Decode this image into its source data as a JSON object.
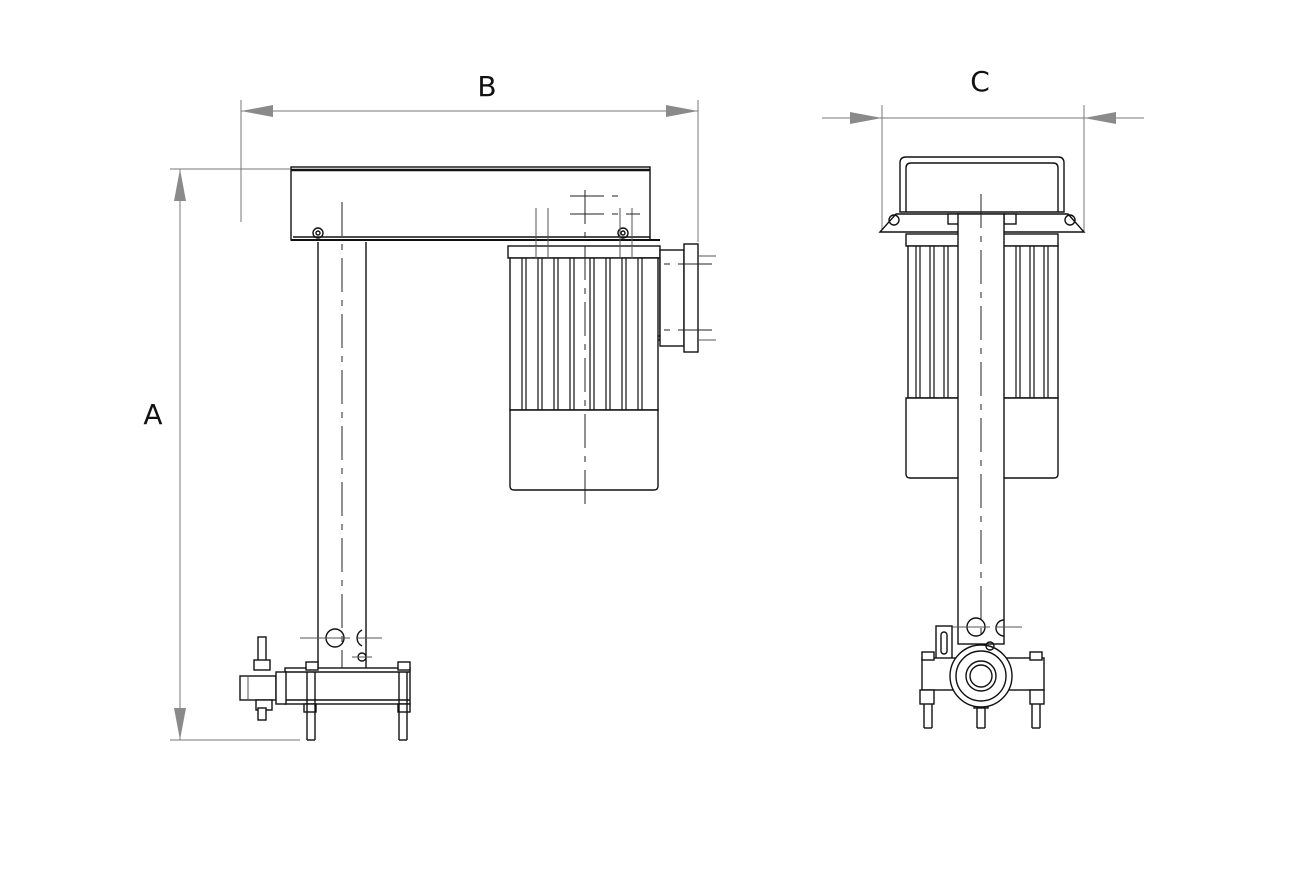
{
  "dimensions": {
    "height_label": "A",
    "width_label": "B",
    "depth_label": "C"
  },
  "colors": {
    "line": "#111111",
    "dimension_line": "#777777",
    "arrow": "#8a8a8a",
    "background": "#ffffff"
  }
}
